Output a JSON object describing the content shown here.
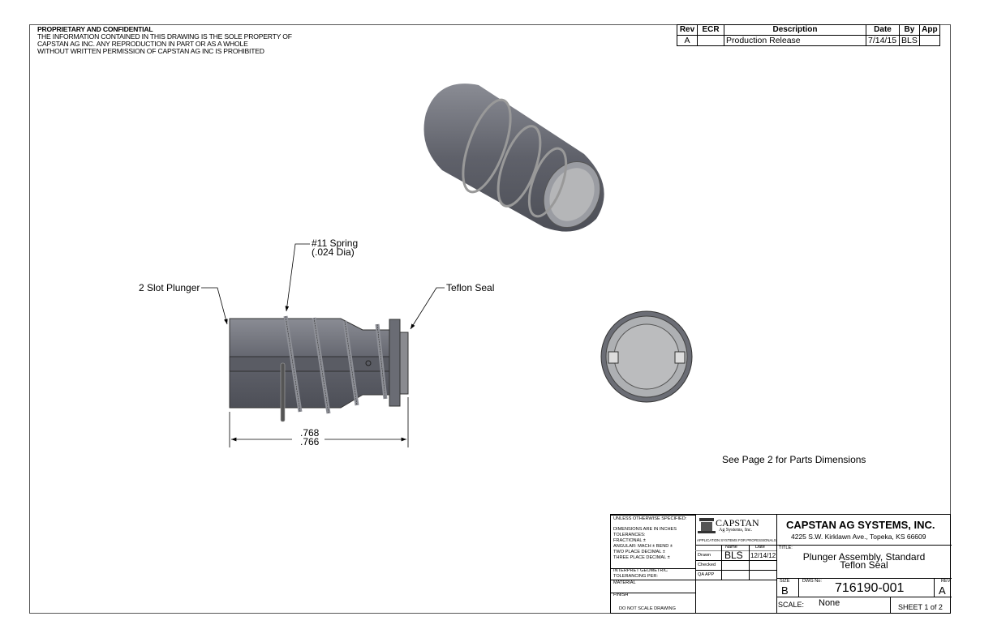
{
  "confidential": {
    "heading": "PROPRIETARY AND CONFIDENTIAL",
    "lines": [
      "THE INFORMATION CONTAINED IN THIS DRAWING IS THE SOLE PROPERTY OF",
      "CAPSTAN AG INC. ANY REPRODUCTION IN PART OR AS A WHOLE",
      "WITHOUT WRITTEN PERMISSION OF CAPSTAN AG INC IS PROHIBITED"
    ]
  },
  "revision_table": {
    "headers": [
      "Rev",
      "ECR",
      "Description",
      "Date",
      "By",
      "App"
    ],
    "rows": [
      [
        "A",
        "",
        "Production Release",
        "7/14/15",
        "BLS",
        ""
      ]
    ]
  },
  "callouts": {
    "plunger": "2 Slot Plunger",
    "spring_line1": "#11 Spring",
    "spring_line2": "(.024 Dia)",
    "seal": "Teflon Seal",
    "dim_upper": ".768",
    "dim_lower": ".766"
  },
  "note": "See Page 2 for Parts Dimensions",
  "title_block": {
    "unless": "UNLESS OTHERWISE SPECIFIED:",
    "tolerances": [
      "DIMENSIONS ARE IN INCHES",
      "TOLERANCES:",
      "FRACTIONAL ±",
      "ANGULAR: MACH ±    BEND ±",
      "TWO PLACE DECIMAL   ±",
      "THREE PLACE DECIMAL  ±"
    ],
    "interpret": [
      "INTERPRET GEOMETRIC",
      "TOLERANCING PER:"
    ],
    "material": "MATERIAL",
    "finish": "FINISH",
    "do_not_scale": "DO NOT SCALE DRAWING",
    "logo": {
      "name": "CAPSTAN",
      "sub": "Ag Systems, Inc.",
      "tagline": "APPLICATION SYSTEMS FOR PROFESSIONALS"
    },
    "col_name": "Name",
    "col_date": "Date",
    "drawn_label": "Drawn",
    "drawn_name": "BLS",
    "drawn_date": "12/14/12",
    "checked_label": "Checked",
    "qa_label": "QA APP",
    "company": "CAPSTAN AG SYSTEMS, INC.",
    "address": "4225 S.W. Kirklawn Ave., Topeka, KS 66609",
    "title_label": "TITLE:",
    "title_line1": "Plunger Assembly, Standard",
    "title_line2": "Teflon Seal",
    "size_label": "SIZE",
    "size": "B",
    "dwg_label": "DWG No:",
    "dwg_no": "716190-001",
    "rev_label": "REV",
    "rev": "A",
    "scale_label": "SCALE:",
    "scale": "None",
    "sheet": "SHEET 1 of 2"
  }
}
